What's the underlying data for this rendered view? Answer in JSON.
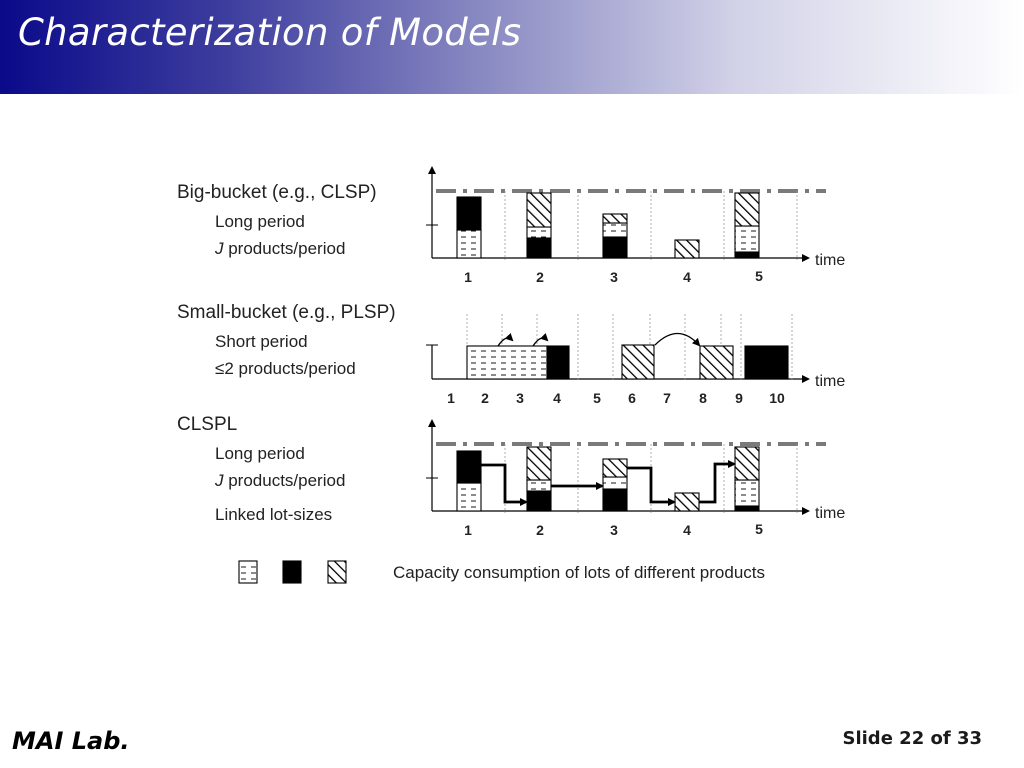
{
  "slide": {
    "title": "Characterization of Models",
    "footer_left": "MAI Lab.",
    "footer_right": "Slide 22 of 33"
  },
  "diagram": {
    "sections": [
      {
        "heading": "Big-bucket (e.g., CLSP)",
        "line1": "Long period",
        "line2_var": "J",
        "line2_rest": " products/period",
        "axis_label": "time",
        "ticks": [
          "1",
          "2",
          "3",
          "4",
          "5"
        ]
      },
      {
        "heading": "Small-bucket (e.g., PLSP)",
        "line1": "Short period",
        "line2": "≤2 products/period",
        "axis_label": "time",
        "ticks": [
          "1",
          "2",
          "3",
          "4",
          "5",
          "6",
          "7",
          "8",
          "9",
          "10"
        ]
      },
      {
        "heading": "CLSPL",
        "line1": "Long period",
        "line2_var": "J",
        "line2_rest": " products/period",
        "line3": "Linked lot-sizes",
        "axis_label": "time",
        "ticks": [
          "1",
          "2",
          "3",
          "4",
          "5"
        ]
      }
    ],
    "legend": {
      "text": "Capacity consumption of lots of different products",
      "swatches": [
        "dashed",
        "black",
        "hatched"
      ]
    }
  }
}
